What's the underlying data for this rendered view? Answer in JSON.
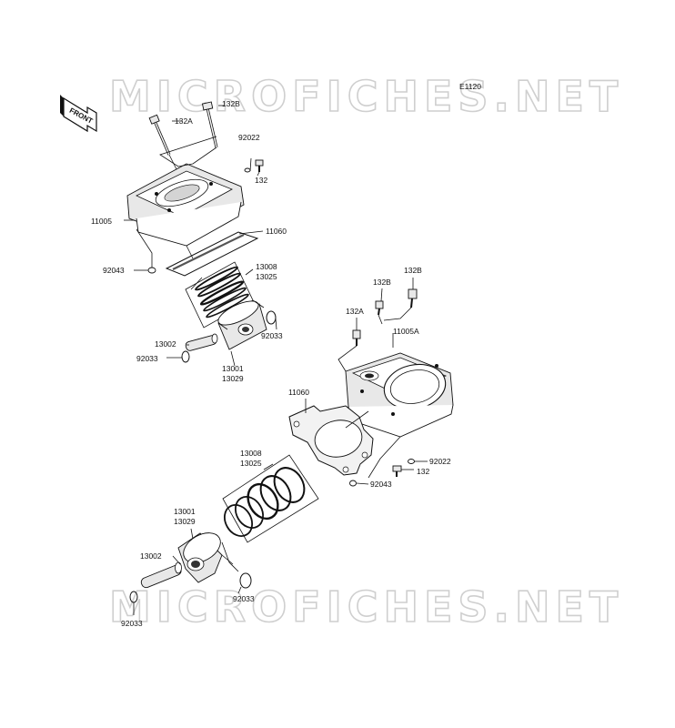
{
  "diagram_code": "E1120",
  "front_label": "FRONT",
  "watermark_top": "MICROFICHES.NET",
  "watermark_bottom": "MICROFICHES.NET",
  "upper_assembly": {
    "bolt_132b": "132B",
    "bolt_132a": "132A",
    "seal_92022": "92022",
    "bolt_132": "132",
    "cylinder_11005": "11005",
    "gasket_11060": "11060",
    "pin_92043": "92043",
    "rings_13008": "13008",
    "rings_13025": "13025",
    "circlip_92033_right": "92033",
    "pin_13002": "13002",
    "circlip_92033_left": "92033",
    "piston_13001": "13001",
    "piston_13029": "13029"
  },
  "lower_assembly": {
    "bolt_132b_left": "132B",
    "bolt_132b_right": "132B",
    "bolt_132a": "132A",
    "cylinder_11005a": "11005A",
    "gasket_11060": "11060",
    "seal_92022": "92022",
    "bolt_132": "132",
    "pin_92043": "92043",
    "rings_13008": "13008",
    "rings_13025": "13025",
    "piston_13001": "13001",
    "piston_13029": "13029",
    "pin_13002": "13002",
    "circlip_92033_right": "92033",
    "circlip_92033_left": "92033"
  }
}
